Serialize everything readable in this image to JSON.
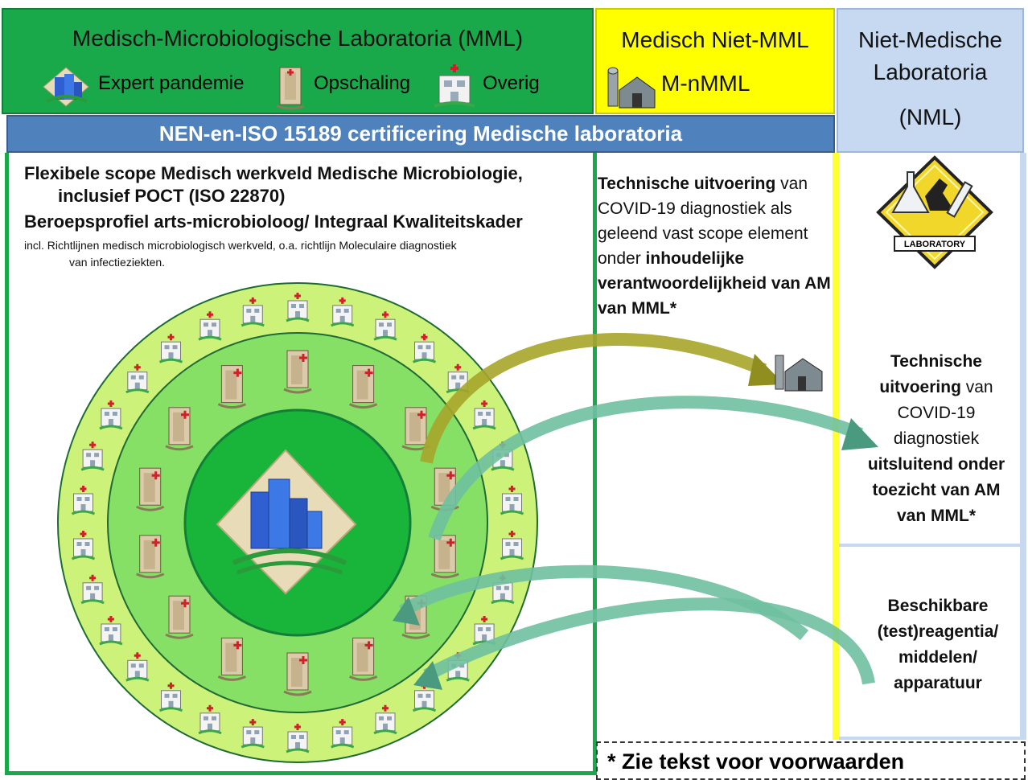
{
  "header": {
    "mml_title": "Medisch-Microbiologische Laboratoria (MML)",
    "mml_legend": [
      {
        "icon": "expert-building-icon",
        "label": "Expert pandemie"
      },
      {
        "icon": "scaling-building-icon",
        "label": "Opschaling"
      },
      {
        "icon": "hospital-icon",
        "label": "Overig"
      }
    ],
    "mnmml_title": "Medisch Niet-MML",
    "mnmml_sub": "M-nMML",
    "nml_title_1": "Niet-Medische",
    "nml_title_2": "Laboratoria",
    "nml_title_3": "(NML)"
  },
  "banner": "NEN-en-ISO 15189 certificering Medische laboratoria",
  "mml": {
    "scope_line1": "Flexibele scope Medisch werkveld Medische Microbiologie,",
    "scope_line2": "inclusief POCT (ISO 22870)",
    "profile": "Beroepsprofiel arts-microbioloog/ Integraal Kwaliteitskader",
    "note_line1": "incl. Richtlijnen medisch microbiologisch werkveld, o.a. richtlijn Moleculaire diagnostiek",
    "note_line2": "van infectieziekten."
  },
  "mnmml": {
    "p1_bold": "Technische uitvoering",
    "p1_rest": " van COVID-19 diagnostiek als geleend vast scope element onder ",
    "p1_bold2": "inhoudelijke verantwoordelijkheid van AM van MML*"
  },
  "nml": {
    "p1_bold": "Technische uitvoering",
    "p1_rest": " van COVID-19 diagnostiek",
    "p1_bold2": "uitsluitend onder toezicht van AM van MML*",
    "logo_text": "LABORATORY",
    "resources": "Beschikbare (test)reagentia/ middelen/ apparatuur"
  },
  "footnote": "* Zie tekst voor voorwaarden",
  "colors": {
    "mml_green": "#19a94b",
    "mnmml_yellow": "#ffff00",
    "nml_blue": "#c6d9f1",
    "banner_blue": "#4f81bd",
    "outer_ring": "#ccf27a",
    "middle_ring": "#86e065",
    "inner_circle": "#19b43a"
  }
}
